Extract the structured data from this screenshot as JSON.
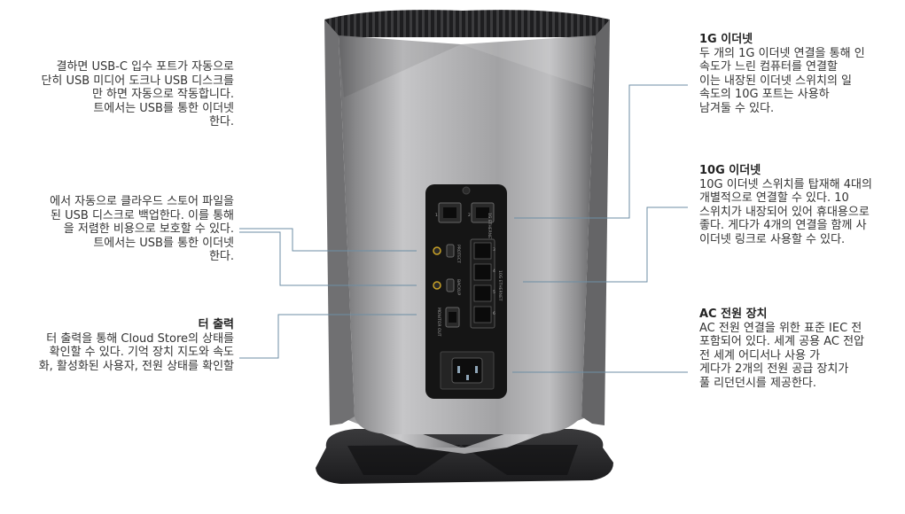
{
  "left_blocks": [
    {
      "title": "",
      "lines": [
        "결하면 USB-C 입수 포트가 자동으로",
        "단히 USB 미디어 도크나 USB 디스크를",
        "만 하면 자동으로 작동합니다.",
        "트에서는 USB를 통한 이더넷",
        "한다."
      ]
    },
    {
      "title": "",
      "lines": [
        "에서 자동으로 클라우드 스토어 파일을",
        "된 USB 디스크로 백업한다. 이를 통해",
        "을 저렴한 비용으로 보호할 수 있다.",
        "트에서는 USB를 통한 이더넷",
        "한다."
      ]
    },
    {
      "title": "터 출력",
      "lines": [
        "터 출력을 통해 Cloud Store의 상태를",
        "확인할 수 있다. 기억 장치 지도와 속도",
        "화, 활성화된 사용자, 전원 상태를 확인할"
      ]
    }
  ],
  "right_blocks": [
    {
      "title": "1G 이더넷",
      "lines": [
        "두 개의 1G 이더넷 연결을 통해 인",
        "속도가 느린 컴퓨터를 연결할",
        "이는 내장된 이더넷 스위치의 일",
        "속도의 10G 포트는 사용하",
        "남겨둘 수 있다."
      ]
    },
    {
      "title": "10G 이더넷",
      "lines": [
        "10G 이더넷 스위치를 탑재해 4대의",
        "개별적으로 연결할 수 있다. 10",
        "스위치가 내장되어 있어 휴대용으로",
        "좋다. 게다가 4개의 연결을 함께 사",
        "이더넷 링크로 사용할 수 있다."
      ]
    },
    {
      "title": "AC 전원 장치",
      "lines": [
        "AC 전원 연결을 위한 표준 IEC 전",
        "포함되어 있다. 세계 공용 AC 전압",
        "전 세계 어디서나 사용 가",
        "게다가 2개의 전원 공급 장치가",
        "풀 리던던시를 제공한다."
      ]
    }
  ],
  "device": {
    "port_labels": {
      "ethernet_10g": "10G ETHERNET",
      "ethernet_1g": "1G ETHERNET",
      "backup": "BACKUP",
      "protect": "PROTECT",
      "monitor_out": "MONITOR OUT"
    },
    "port_numbers": [
      "1",
      "2",
      "3",
      "4",
      "5",
      "6"
    ]
  },
  "colors": {
    "chassis": "#9a9a9c",
    "panel": "#151515",
    "base": "#2b2b2d",
    "connector": "#8fa6b8"
  }
}
